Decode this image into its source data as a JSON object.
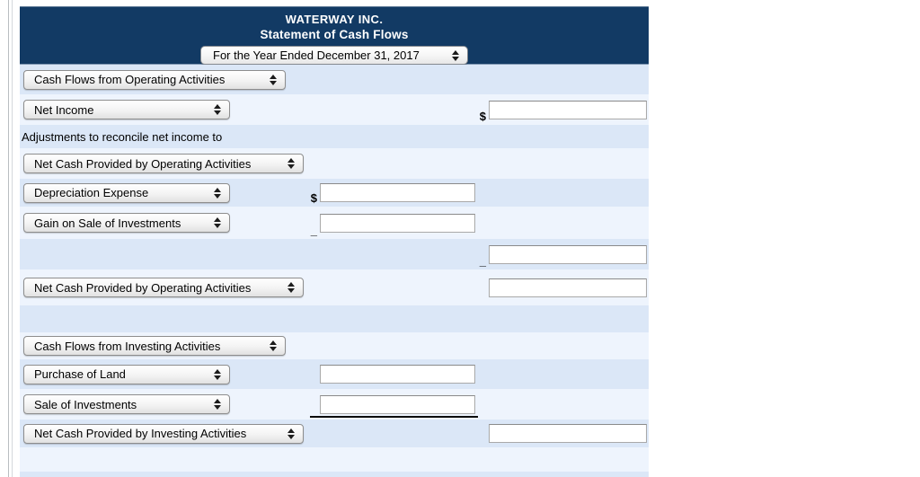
{
  "header": {
    "company": "WATERWAY INC.",
    "statement_title": "Statement of Cash Flows",
    "period": "For the Year Ended December 31, 2017"
  },
  "colors": {
    "masthead_bg": "#123a64",
    "row_dark": "#dbe7f7",
    "row_light": "#eef4fd"
  },
  "rows": [
    {
      "type": "select",
      "label": "Cash Flows from Operating Activities"
    },
    {
      "type": "select_right",
      "label": "Net Income",
      "right_prefix": "$",
      "right_value": ""
    },
    {
      "type": "static",
      "label": "Adjustments to reconcile net income to"
    },
    {
      "type": "select",
      "label": "Net Cash Provided by Operating Activities"
    },
    {
      "type": "select_mid",
      "label": "Depreciation Expense",
      "mid_prefix": "$",
      "mid_value": ""
    },
    {
      "type": "select_mid",
      "label": "Gain on Sale of Investments",
      "mid_prefix": "_",
      "mid_value": ""
    },
    {
      "type": "right_only",
      "right_prefix": "_",
      "right_value": ""
    },
    {
      "type": "select_right",
      "label": "Net Cash Provided by Operating Activities",
      "right_value": ""
    },
    {
      "type": "spacer"
    },
    {
      "type": "select",
      "label": "Cash Flows from Investing Activities"
    },
    {
      "type": "select_mid",
      "label": "Purchase of Land",
      "mid_value": ""
    },
    {
      "type": "select_mid",
      "label": "Sale of Investments",
      "mid_value": "",
      "total_underline": true
    },
    {
      "type": "select_right",
      "label": "Net Cash Provided by Investing Activities",
      "right_value": ""
    },
    {
      "type": "spacer"
    },
    {
      "type": "spacer"
    }
  ]
}
